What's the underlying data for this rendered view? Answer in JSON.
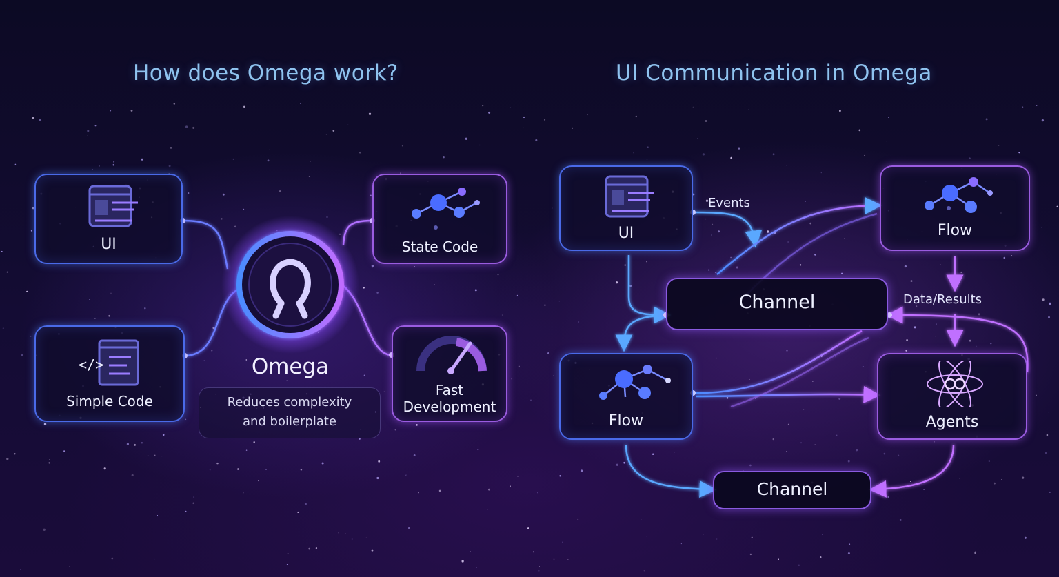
{
  "left": {
    "title": "How does Omega work?",
    "center": {
      "label": "Omega",
      "caption_line1": "Reduces complexity",
      "caption_line2": "and boilerplate"
    },
    "nodes": {
      "ui": "UI",
      "state_code": "State Code",
      "simple_code": "Simple Code",
      "fast_line1": "Fast",
      "fast_line2": "Development"
    }
  },
  "right": {
    "title": "UI Communication in Omega",
    "nodes": {
      "ui": "UI",
      "flow_top": "Flow",
      "channel_center": "Channel",
      "flow_bottom": "Flow",
      "agents": "Agents",
      "channel_bottom": "Channel"
    },
    "edges": {
      "events": "Events",
      "data_results": "Data/Results"
    }
  },
  "colors": {
    "accent_blue": "#4a8cff",
    "accent_purple": "#b46cff",
    "title": "#8fc3ef"
  },
  "icons": [
    "window-icon",
    "code-icon",
    "graph-nodes-icon",
    "speedometer-icon",
    "omega-logo-icon",
    "atom-icon"
  ]
}
